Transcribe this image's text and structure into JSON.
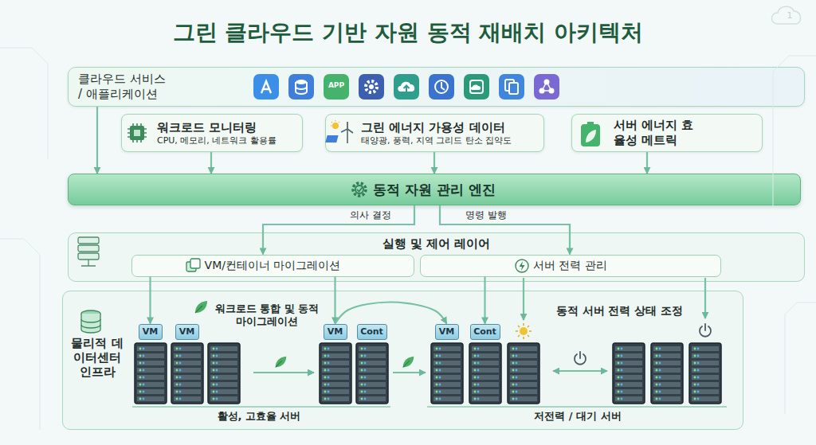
{
  "diagram": {
    "title": "그린 클라우드 기반 자원 동적 재배치 아키텍처",
    "nodes": [
      {
        "text": [
          "클라우드 서비스 / 애플리케이션"
        ]
      },
      {
        "text": [
          "워크로드 모니터링",
          "CPU, 메모리, 네트워크 활용률"
        ]
      },
      {
        "text": [
          "그린 에너지 가용성 데이터",
          "태양광, 풍력, 지역 그리드 탄소 집약도"
        ]
      },
      {
        "text": [
          "서버 에너지 효율성 메트릭"
        ]
      },
      {
        "text": [
          "동적 자원 관리 엔진"
        ]
      },
      {
        "text": [
          "실행 및 제어 레이어"
        ]
      },
      {
        "text": [
          "VM/컨테이너 마이그레이션"
        ],
        "in": 5
      },
      {
        "text": [
          "서버 전력 관리"
        ],
        "in": 5
      },
      {
        "text": [
          "물리적 데이터센터 인프라"
        ]
      },
      {
        "text": [
          "VM"
        ],
        "in": 8
      },
      {
        "text": [
          "VM"
        ],
        "in": 8
      },
      {
        "text": [
          "VM"
        ],
        "in": 8
      },
      {
        "text": [
          "Cont"
        ],
        "in": 8
      },
      {
        "text": [
          "VM"
        ],
        "in": 8
      },
      {
        "text": [
          "Cont"
        ],
        "in": 8
      }
    ],
    "edges": [
      {
        "from": 0,
        "to": 4,
        "arrow": "to"
      },
      {
        "from": 1,
        "to": 4,
        "arrow": "to"
      },
      {
        "from": 2,
        "to": 4,
        "arrow": "to"
      },
      {
        "from": 3,
        "to": 4,
        "arrow": "to"
      },
      {
        "from": 4,
        "to": 6,
        "label": "의사 결정",
        "arrow": "to"
      },
      {
        "from": 4,
        "to": 7,
        "label": "명령 발행",
        "arrow": "to"
      },
      {
        "from": 6,
        "to": 9,
        "arrow": "to"
      },
      {
        "from": 6,
        "to": 11,
        "arrow": "to"
      },
      {
        "from": 11,
        "to": 13,
        "arrow": "to"
      },
      {
        "from": 7,
        "to": 14,
        "arrow": "to"
      }
    ],
    "labels": [
      "APP",
      "1",
      "워크로드 통합 및 동적 마이그레이션",
      "동적 서버 전력 상태 조정",
      "활성, 고효율 서버",
      "저전력 / 대기 서버"
    ]
  }
}
